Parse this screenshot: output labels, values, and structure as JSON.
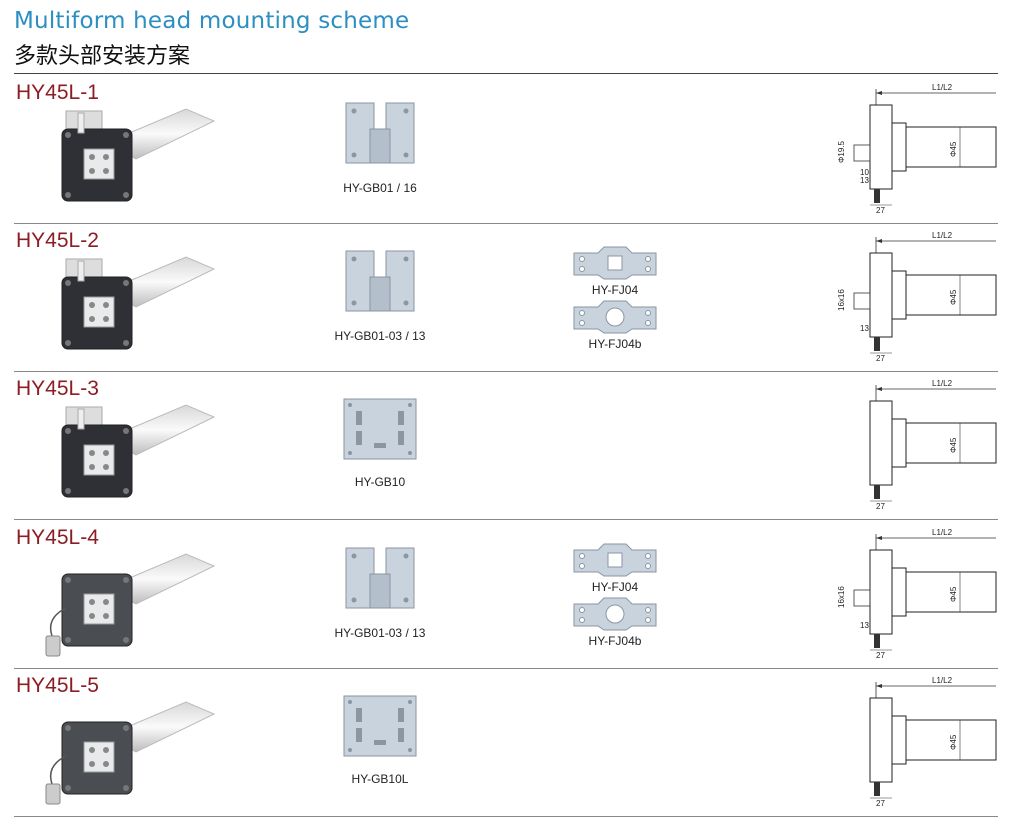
{
  "header": {
    "title_en": "Multiform head mounting scheme",
    "title_cn": "多款头部安装方案"
  },
  "rows": [
    {
      "model": "HY45L-1",
      "bracket": "HY-GB01 / 16",
      "plates": [],
      "dims": {
        "length": "L1/L2",
        "diameter": "Φ45",
        "shaft": "Φ19.5",
        "a": "10",
        "b": "13",
        "c": "27"
      }
    },
    {
      "model": "HY45L-2",
      "bracket": "HY-GB01-03 / 13",
      "plates": [
        "HY-FJ04",
        "HY-FJ04b"
      ],
      "dims": {
        "length": "L1/L2",
        "diameter": "Φ45",
        "shaft": "16x16",
        "b": "13",
        "c": "27"
      }
    },
    {
      "model": "HY45L-3",
      "bracket": "HY-GB10",
      "plates": [],
      "dims": {
        "length": "L1/L2",
        "diameter": "Φ45",
        "c": "27"
      }
    },
    {
      "model": "HY45L-4",
      "bracket": "HY-GB01-03 / 13",
      "plates": [
        "HY-FJ04",
        "HY-FJ04b"
      ],
      "dims": {
        "length": "L1/L2",
        "diameter": "Φ45",
        "shaft": "16x16",
        "b": "13",
        "c": "27"
      }
    },
    {
      "model": "HY45L-5",
      "bracket": "HY-GB10L",
      "plates": [],
      "dims": {
        "length": "L1/L2",
        "diameter": "Φ45",
        "c": "27"
      }
    }
  ]
}
